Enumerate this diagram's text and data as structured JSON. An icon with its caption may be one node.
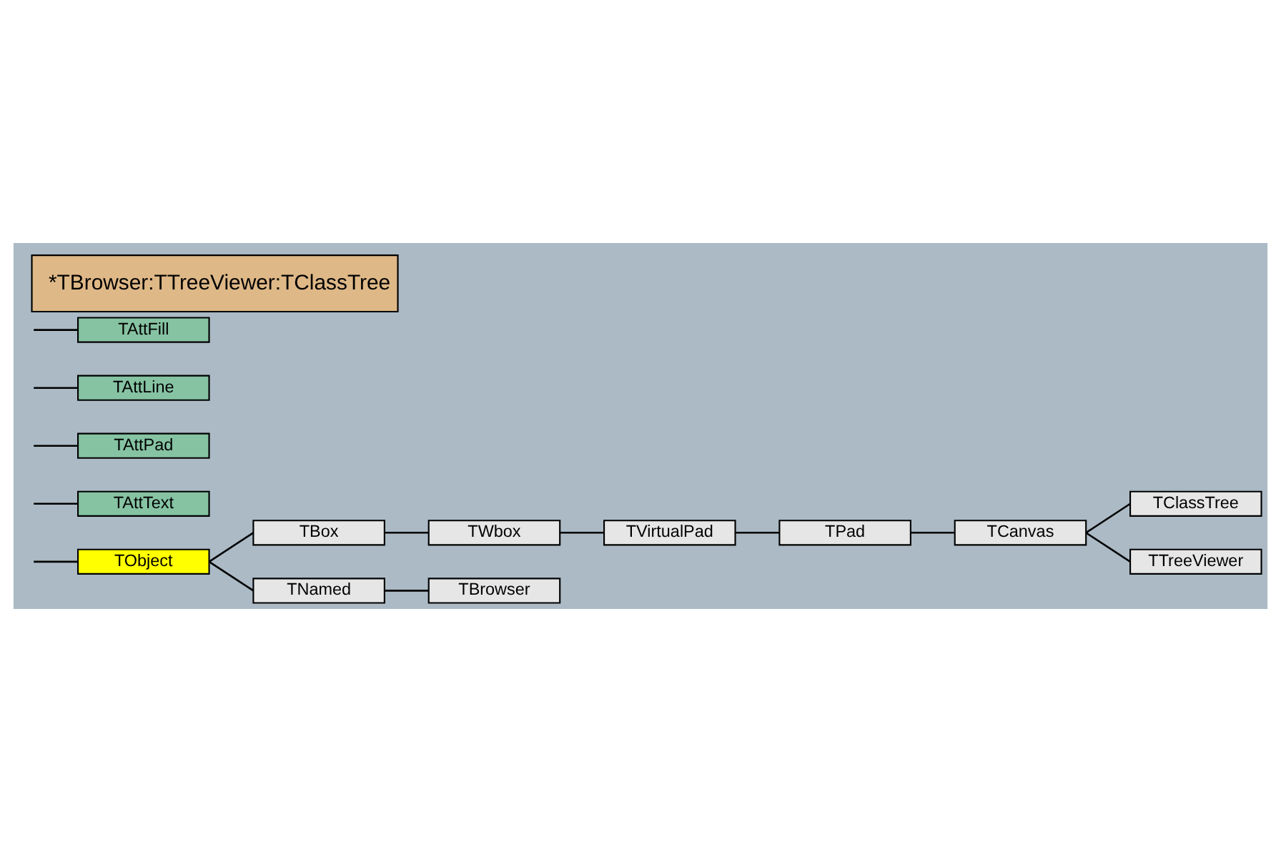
{
  "diagram": {
    "title": "*TBrowser:TTreeViewer:TClassTree",
    "nodes": [
      {
        "text": [
          "TAttFill"
        ]
      },
      {
        "text": [
          "TAttLine"
        ]
      },
      {
        "text": [
          "TAttPad"
        ]
      },
      {
        "text": [
          "TAttText"
        ]
      },
      {
        "text": [
          "TObject"
        ]
      },
      {
        "text": [
          "TBox"
        ]
      },
      {
        "text": [
          "TWbox"
        ]
      },
      {
        "text": [
          "TVirtualPad"
        ]
      },
      {
        "text": [
          "TPad"
        ]
      },
      {
        "text": [
          "TCanvas"
        ]
      },
      {
        "text": [
          "TClassTree"
        ]
      },
      {
        "text": [
          "TTreeViewer"
        ]
      },
      {
        "text": [
          "TNamed"
        ]
      },
      {
        "text": [
          "TBrowser"
        ]
      }
    ],
    "edges": [
      {
        "from": null,
        "to": 0,
        "arrow": "none"
      },
      {
        "from": null,
        "to": 1,
        "arrow": "none"
      },
      {
        "from": null,
        "to": 2,
        "arrow": "none"
      },
      {
        "from": null,
        "to": 3,
        "arrow": "none"
      },
      {
        "from": null,
        "to": 4,
        "arrow": "none"
      },
      {
        "from": 4,
        "to": 5,
        "arrow": "none"
      },
      {
        "from": 4,
        "to": 12,
        "arrow": "none"
      },
      {
        "from": 5,
        "to": 6,
        "arrow": "none"
      },
      {
        "from": 6,
        "to": 7,
        "arrow": "none"
      },
      {
        "from": 7,
        "to": 8,
        "arrow": "none"
      },
      {
        "from": 8,
        "to": 9,
        "arrow": "none"
      },
      {
        "from": 9,
        "to": 10,
        "arrow": "none"
      },
      {
        "from": 9,
        "to": 11,
        "arrow": "none"
      },
      {
        "from": 12,
        "to": 13,
        "arrow": "none"
      }
    ]
  }
}
